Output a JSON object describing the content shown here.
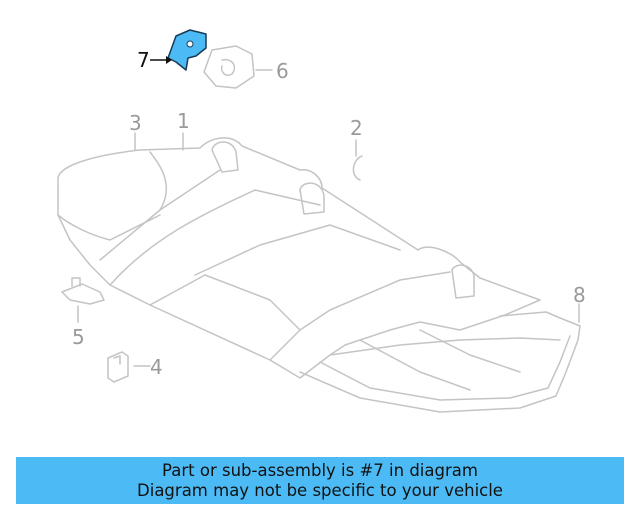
{
  "callouts": {
    "c1": "1",
    "c2": "2",
    "c3": "3",
    "c4": "4",
    "c5": "5",
    "c6": "6",
    "c7": "7",
    "c8": "8"
  },
  "highlighted_part": "7",
  "banner": {
    "line1": "Part or sub-assembly is #7 in diagram",
    "line2": "Diagram may not be specific to your vehicle"
  },
  "colors": {
    "highlight": "#4cbaf5",
    "line_art": "#bdbdbd",
    "banner_bg": "#4cbaf5"
  }
}
